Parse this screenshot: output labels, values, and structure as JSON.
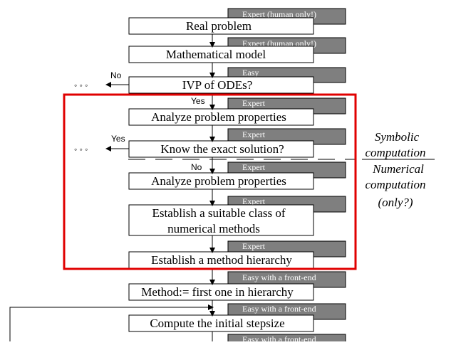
{
  "steps": [
    {
      "label": "Real problem",
      "tag": "Expert (human only!)"
    },
    {
      "label": "Mathematical model",
      "tag": "Expert (human only!)"
    },
    {
      "label": "IVP of ODEs?",
      "tag": "Easy"
    },
    {
      "label": "Analyze problem properties",
      "tag": "Expert"
    },
    {
      "label": "Know the exact solution?",
      "tag": "Expert"
    },
    {
      "label": "Analyze problem properties",
      "tag": "Expert"
    },
    {
      "label_line1": "Establish a suitable class of",
      "label_line2": "numerical methods",
      "tag": "Expert"
    },
    {
      "label": "Establish a method hierarchy",
      "tag": "Expert"
    },
    {
      "label": "Method:= first one in hierarchy",
      "tag": "Easy with a front-end"
    },
    {
      "label": "Compute the initial stepsize",
      "tag": "Easy with a front-end"
    },
    {
      "tag": "Easy with a front-end"
    }
  ],
  "edges": {
    "no": "No",
    "yes": "Yes",
    "ellipsis": "◦ ◦ ◦"
  },
  "side_note": {
    "line1": "Symbolic",
    "line2": "computation",
    "line3": "Numerical",
    "line4": "computation",
    "line5": "(only?)"
  },
  "colors": {
    "tag_fill": "#7f7f7f",
    "highlight": "#e00000",
    "box_stroke": "#000000"
  }
}
